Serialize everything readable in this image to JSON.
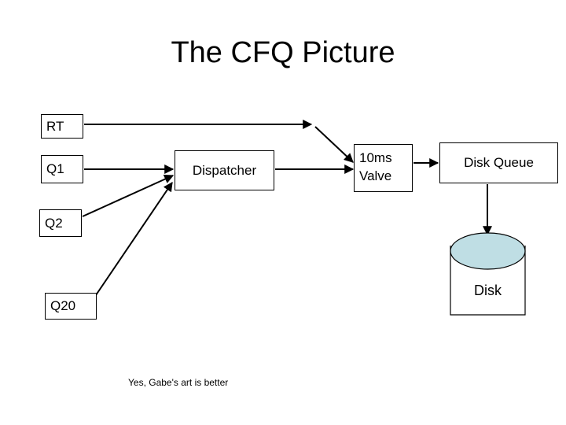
{
  "slide": {
    "title": "The CFQ Picture",
    "footnote": "Yes, Gabe's art is better",
    "background_color": "#ffffff",
    "line_color": "#000000",
    "text_color": "#000000"
  },
  "nodes": {
    "rt": {
      "label": "RT"
    },
    "q1": {
      "label": "Q1"
    },
    "q2": {
      "label": "Q2"
    },
    "q20": {
      "label": "Q20"
    },
    "dispatcher": {
      "label": "Dispatcher"
    },
    "valve": {
      "label": "10ms\nValve"
    },
    "disk_queue": {
      "label": "Disk Queue"
    },
    "disk": {
      "label": "Disk",
      "fill_color": "#bfdee4",
      "stroke_color": "#000000"
    }
  },
  "connectors": [
    {
      "name": "rt-to-valve-horizontal",
      "from": "rt",
      "to": "valve",
      "style": "arrow"
    },
    {
      "name": "rt-to-valve-diagonal",
      "from": "rt",
      "to": "valve",
      "style": "arrow"
    },
    {
      "name": "q1-to-dispatcher",
      "from": "q1",
      "to": "dispatcher",
      "style": "arrow"
    },
    {
      "name": "q2-to-dispatcher",
      "from": "q2",
      "to": "dispatcher",
      "style": "arrow"
    },
    {
      "name": "q20-to-dispatcher",
      "from": "q20",
      "to": "dispatcher",
      "style": "arrow"
    },
    {
      "name": "dispatcher-to-valve",
      "from": "dispatcher",
      "to": "valve",
      "style": "arrow"
    },
    {
      "name": "valve-to-disk-queue",
      "from": "valve",
      "to": "disk_queue",
      "style": "arrow"
    },
    {
      "name": "disk-queue-to-disk",
      "from": "disk_queue",
      "to": "disk",
      "style": "arrow"
    }
  ]
}
